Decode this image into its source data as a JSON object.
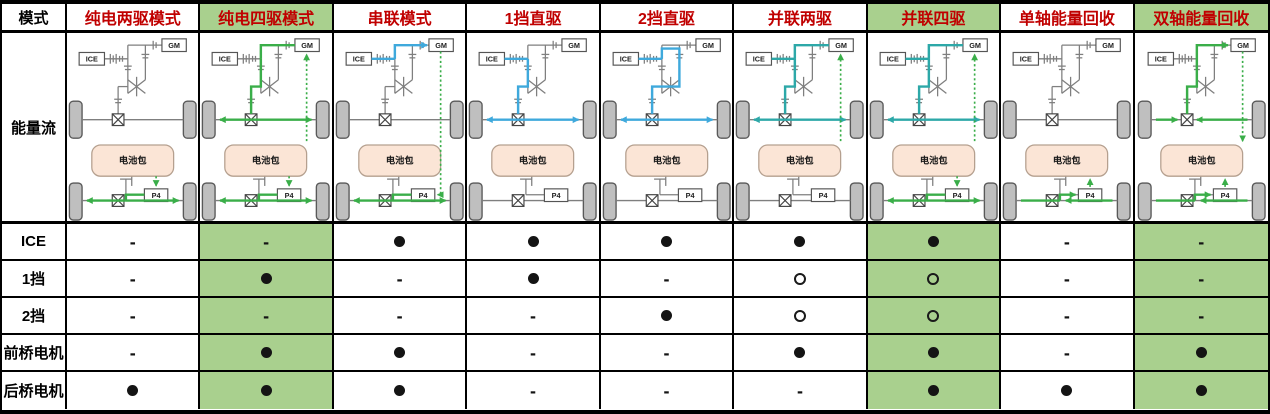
{
  "colors": {
    "highlight_bg": "#a9d08e",
    "header_text": "#c00000",
    "flow_green": "#3aae49",
    "flow_blue": "#3fa9dc",
    "flow_teal": "#2da8a8",
    "battery_fill": "#fbe5d6",
    "battery_stroke": "#b5a08f",
    "wheel_fill": "#bfbfbf",
    "wheel_stroke": "#595959",
    "schematic_gray": "#7f7f7f"
  },
  "header": {
    "mode_label": "模式",
    "columns": [
      {
        "label": "纯电两驱模式",
        "highlight": false
      },
      {
        "label": "纯电四驱模式",
        "highlight": true
      },
      {
        "label": "串联模式",
        "highlight": false
      },
      {
        "label": "1挡直驱",
        "highlight": false
      },
      {
        "label": "2挡直驱",
        "highlight": false
      },
      {
        "label": "并联两驱",
        "highlight": false
      },
      {
        "label": "并联四驱",
        "highlight": true
      },
      {
        "label": "单轴能量回收",
        "highlight": false
      },
      {
        "label": "双轴能量回收",
        "highlight": true
      }
    ]
  },
  "energy_flow": {
    "row_label": "能量流",
    "labels": {
      "ice": "ICE",
      "gm": "GM",
      "battery": "电池包",
      "p4": "P4"
    },
    "modes": [
      {
        "name": "纯电两驱模式",
        "flow": [
          {
            "seg": "batt_down_p4",
            "color": "green",
            "dotted": true
          },
          {
            "seg": "p4_to_axle",
            "color": "green",
            "dotted": false
          },
          {
            "seg": "rear_out",
            "color": "green",
            "dotted": false
          }
        ]
      },
      {
        "name": "纯电四驱模式",
        "flow": [
          {
            "seg": "batt_up_gm",
            "color": "green",
            "dotted": true
          },
          {
            "seg": "gm_to_junction",
            "color": "green",
            "dotted": false
          },
          {
            "seg": "down_to_diff_1",
            "color": "green",
            "dotted": false
          },
          {
            "seg": "front_out",
            "color": "green",
            "dotted": false
          },
          {
            "seg": "batt_down_p4",
            "color": "green",
            "dotted": true
          },
          {
            "seg": "p4_to_axle",
            "color": "green",
            "dotted": false
          },
          {
            "seg": "rear_out",
            "color": "green",
            "dotted": false
          }
        ]
      },
      {
        "name": "串联模式",
        "flow": [
          {
            "seg": "ice_out",
            "color": "blue",
            "dotted": false
          },
          {
            "seg": "junction_to_gm",
            "color": "blue",
            "dotted": false
          },
          {
            "seg": "gm_down_p4",
            "color": "green",
            "dotted": true
          },
          {
            "seg": "p4_to_axle",
            "color": "green",
            "dotted": false
          },
          {
            "seg": "rear_out",
            "color": "green",
            "dotted": false
          }
        ]
      },
      {
        "name": "1挡直驱",
        "flow": [
          {
            "seg": "ice_out",
            "color": "blue",
            "dotted": false
          },
          {
            "seg": "down_to_diff_1",
            "color": "blue",
            "dotted": false
          },
          {
            "seg": "front_out",
            "color": "blue",
            "dotted": false
          }
        ]
      },
      {
        "name": "2挡直驱",
        "flow": [
          {
            "seg": "ice_out",
            "color": "blue",
            "dotted": false
          },
          {
            "seg": "down_to_diff_2",
            "color": "blue",
            "dotted": false
          },
          {
            "seg": "front_out",
            "color": "blue",
            "dotted": false
          }
        ]
      },
      {
        "name": "并联两驱",
        "flow": [
          {
            "seg": "ice_out",
            "color": "teal",
            "dotted": false
          },
          {
            "seg": "gm_to_junction",
            "color": "teal",
            "dotted": false
          },
          {
            "seg": "down_to_diff_1",
            "color": "teal",
            "dotted": false
          },
          {
            "seg": "front_out",
            "color": "teal",
            "dotted": false
          },
          {
            "seg": "batt_up_gm",
            "color": "green",
            "dotted": true
          }
        ]
      },
      {
        "name": "并联四驱",
        "flow": [
          {
            "seg": "ice_out",
            "color": "teal",
            "dotted": false
          },
          {
            "seg": "gm_to_junction",
            "color": "teal",
            "dotted": false
          },
          {
            "seg": "down_to_diff_1",
            "color": "teal",
            "dotted": false
          },
          {
            "seg": "front_out",
            "color": "teal",
            "dotted": false
          },
          {
            "seg": "batt_up_gm",
            "color": "green",
            "dotted": true
          },
          {
            "seg": "batt_down_p4",
            "color": "green",
            "dotted": true
          },
          {
            "seg": "p4_to_axle",
            "color": "green",
            "dotted": false
          },
          {
            "seg": "rear_out",
            "color": "green",
            "dotted": false
          }
        ]
      },
      {
        "name": "单轴能量回收",
        "flow": [
          {
            "seg": "rear_in",
            "color": "green",
            "dotted": false
          },
          {
            "seg": "axle_to_p4",
            "color": "green",
            "dotted": false
          },
          {
            "seg": "p4_up_batt",
            "color": "green",
            "dotted": true
          }
        ]
      },
      {
        "name": "双轴能量回收",
        "flow": [
          {
            "seg": "front_in",
            "color": "green",
            "dotted": false
          },
          {
            "seg": "diff_up_gm",
            "color": "green",
            "dotted": false
          },
          {
            "seg": "gm_down_batt",
            "color": "green",
            "dotted": true
          },
          {
            "seg": "rear_in",
            "color": "green",
            "dotted": false
          },
          {
            "seg": "axle_to_p4",
            "color": "green",
            "dotted": false
          },
          {
            "seg": "p4_up_batt",
            "color": "green",
            "dotted": true
          }
        ]
      }
    ]
  },
  "rows": [
    {
      "label": "ICE",
      "values": [
        "-",
        "-",
        "●",
        "●",
        "●",
        "●",
        "●",
        "-",
        "-"
      ]
    },
    {
      "label": "1挡",
      "values": [
        "-",
        "●",
        "-",
        "●",
        "-",
        "○",
        "○",
        "-",
        "-"
      ]
    },
    {
      "label": "2挡",
      "values": [
        "-",
        "-",
        "-",
        "-",
        "●",
        "○",
        "○",
        "-",
        "-"
      ]
    },
    {
      "label": "前桥电机",
      "values": [
        "-",
        "●",
        "●",
        "-",
        "-",
        "●",
        "●",
        "-",
        "●"
      ]
    },
    {
      "label": "后桥电机",
      "values": [
        "●",
        "●",
        "●",
        "-",
        "-",
        "-",
        "●",
        "●",
        "●"
      ]
    }
  ]
}
